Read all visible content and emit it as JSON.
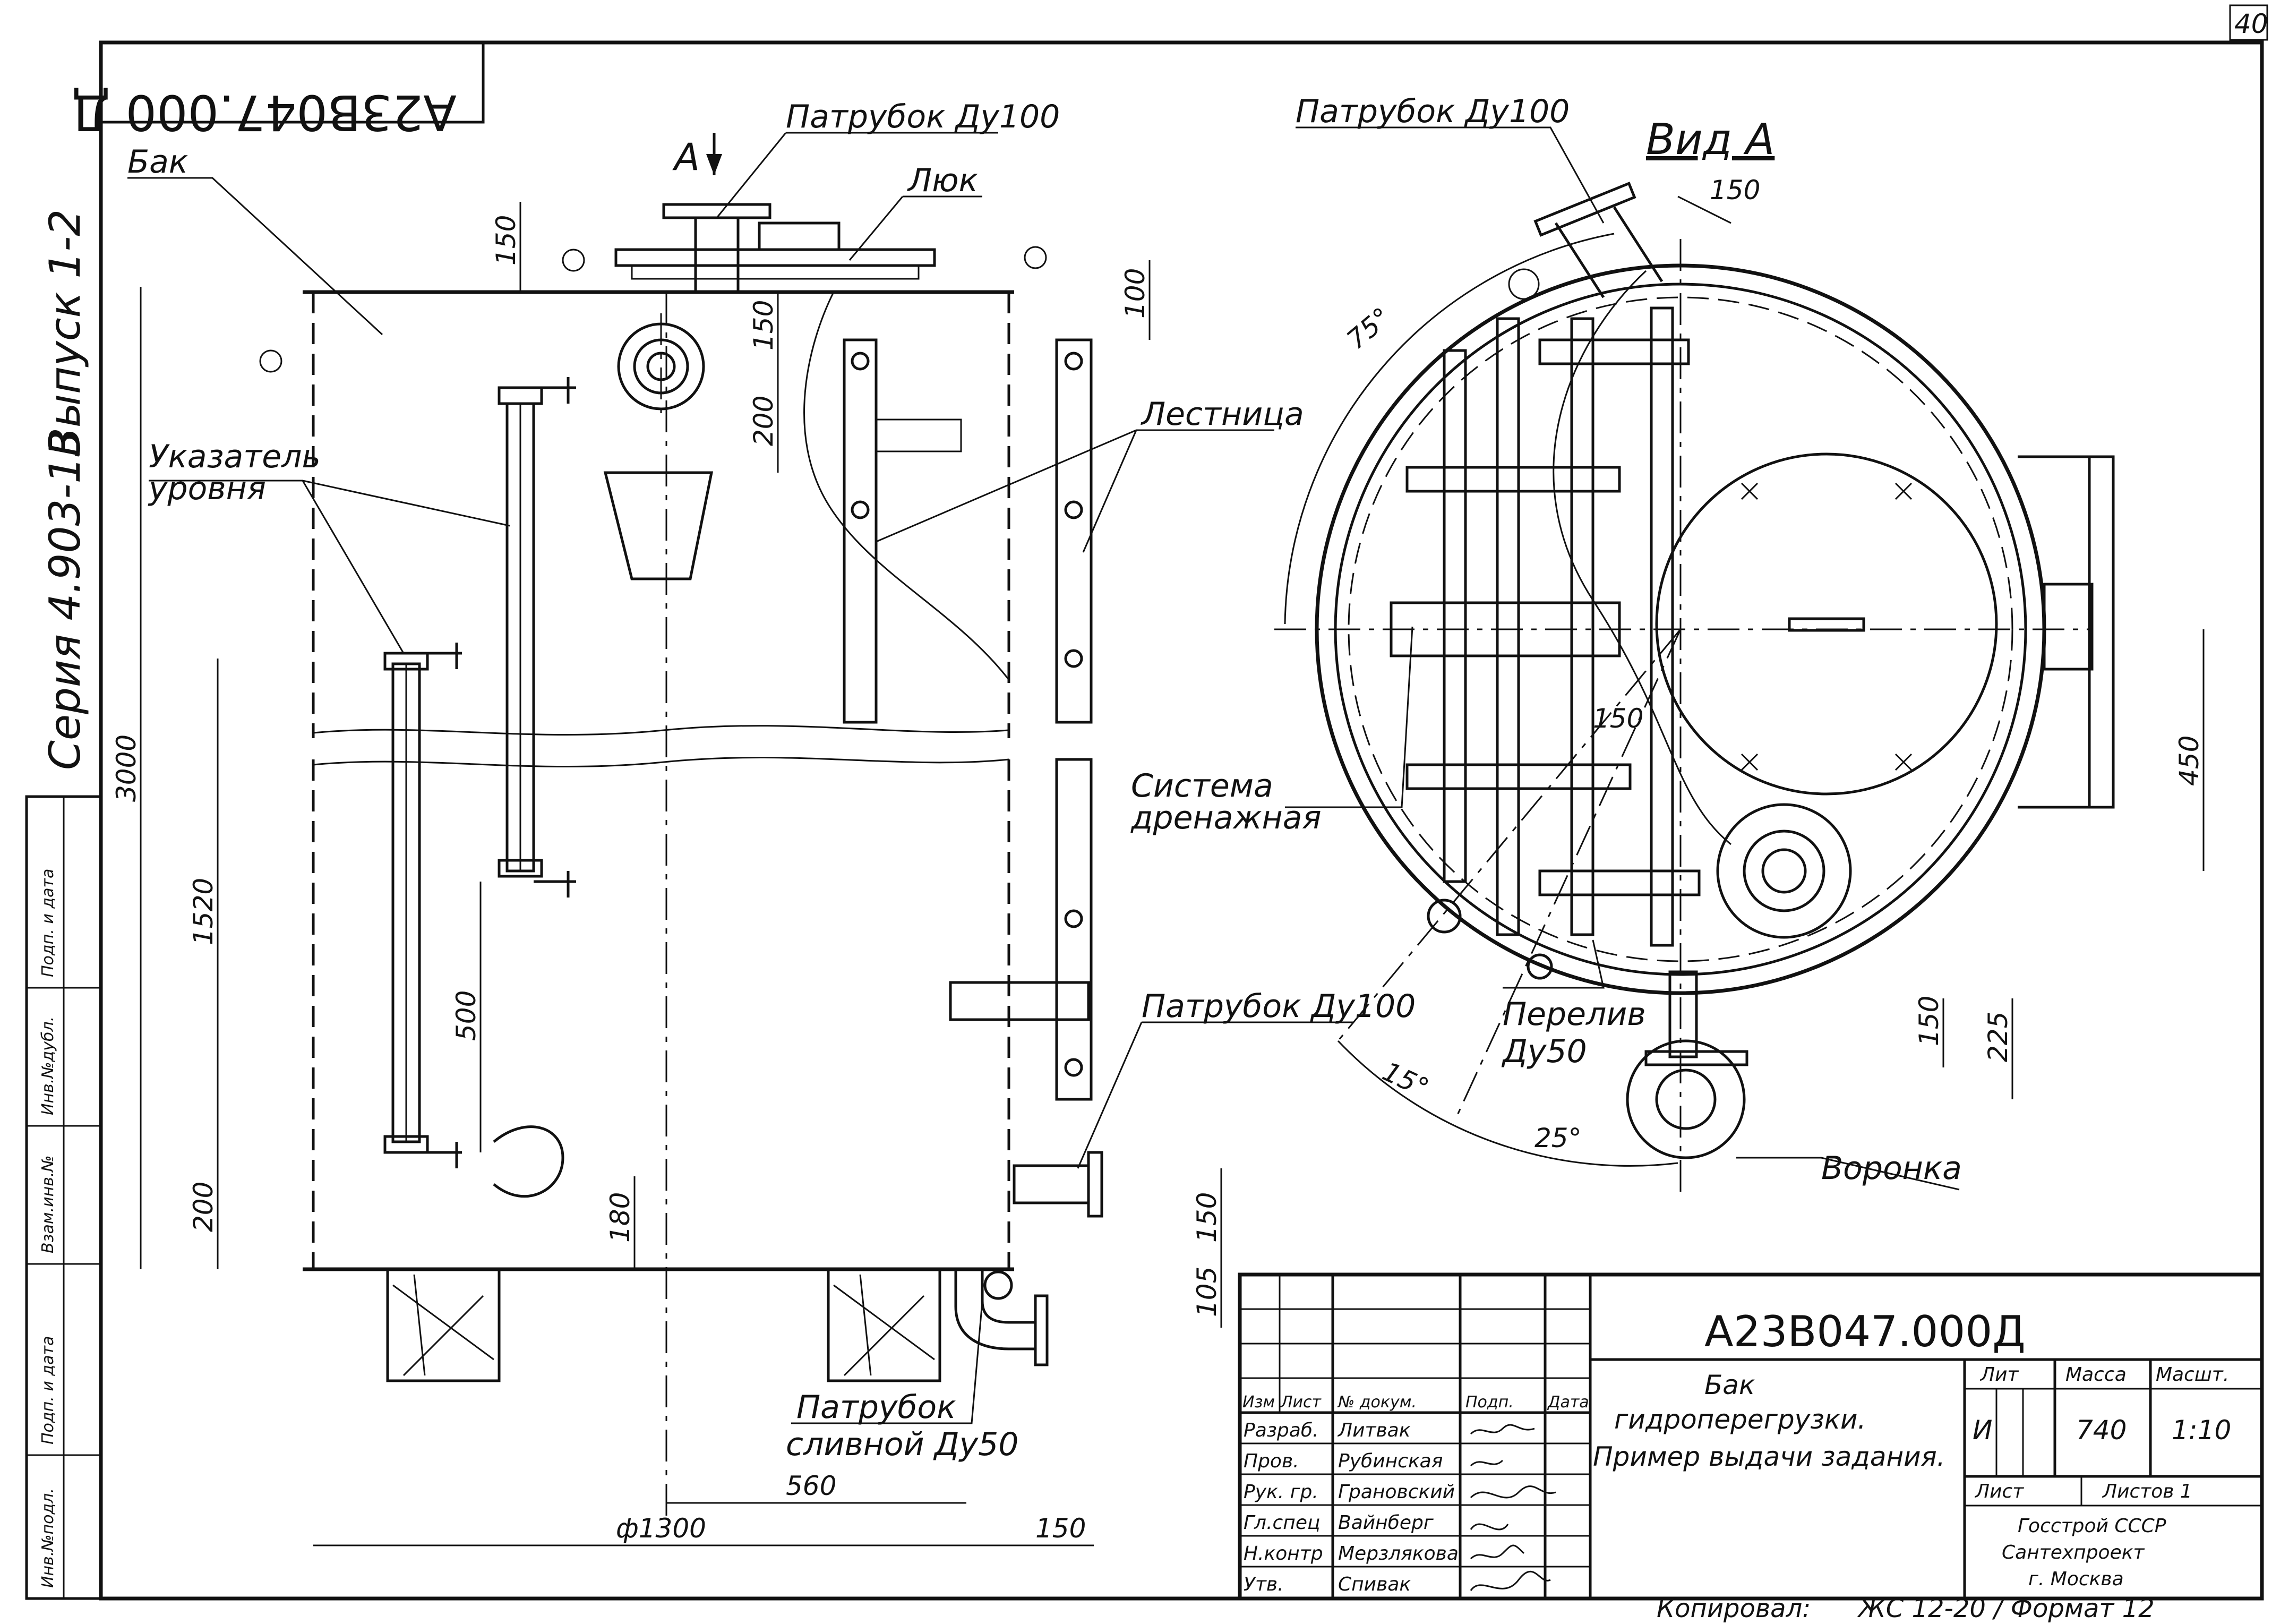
{
  "page_number": "40",
  "drawing_code": "А23В047.000 Д",
  "side_stamp": {
    "series": "Серия 4.903-13",
    "issue": "Выпуск 1-2"
  },
  "left_strip_labels": [
    "Инв.№подл.",
    "Подп. и дата",
    "Взам.инв.№",
    "Инв.№дубл.",
    "Подп. и дата"
  ],
  "side_view": {
    "view_marker": "А",
    "labels": {
      "tank": "Бак",
      "nozzle_top": "Патрубок Ду100",
      "hatch": "Люк",
      "ladder": "Лестница",
      "level_indicator_1": "Указатель",
      "level_indicator_2": "уровня",
      "drainage_1": "Система",
      "drainage_2": "дренажная",
      "nozzle_side": "Патрубок Ду100",
      "drain_nozzle_1": "Патрубок",
      "drain_nozzle_2": "сливной Ду50"
    },
    "dimensions": {
      "d150_top": "150",
      "d150_nozzle": "150",
      "d100": "100",
      "d200_top": "200",
      "d3000": "3000",
      "d1520": "1520",
      "d500": "500",
      "d200_bottom": "200",
      "d180": "180",
      "d150_side": "150",
      "d105": "105",
      "d560": "560",
      "d1300": "ф1300",
      "d150_bottom": "150"
    }
  },
  "plan_view": {
    "title": "Вид А",
    "labels": {
      "nozzle_top": "Патрубок Ду100",
      "overflow_1": "Перелив",
      "overflow_2": "Ду50",
      "funnel": "Воронка"
    },
    "dimensions": {
      "d150_top": "150",
      "angle75": "75°",
      "d150_mid": "150",
      "d450": "450",
      "angle15": "15°",
      "angle25": "25°",
      "d150_bottom": "150",
      "d225": "225"
    }
  },
  "title_block": {
    "header": [
      "Изм",
      "Лист",
      "№ докум.",
      "Подп.",
      "Дата"
    ],
    "rows": [
      {
        "role": "Разраб.",
        "name": "Литвак"
      },
      {
        "role": "Пров.",
        "name": "Рубинская"
      },
      {
        "role": "Рук. гр.",
        "name": "Грановский"
      },
      {
        "role": "Гл.спец",
        "name": "Вайнберг"
      },
      {
        "role": "Н.контр",
        "name": "Мерзлякова"
      },
      {
        "role": "Утв.",
        "name": "Спивак"
      }
    ],
    "doc_code": "А23В047.000Д",
    "name_lines": [
      "Бак",
      "гидроперегрузки.",
      "Пример выдачи задания."
    ],
    "lit_label": "Лит",
    "mass_label": "Масса",
    "scale_label": "Масшт.",
    "lit_value": "И",
    "mass_value": "740",
    "scale_value": "1:10",
    "sheet_label": "Лист",
    "sheets_label": "Листов 1",
    "org_lines": [
      "Госстрой СССР",
      "Сантехпроект",
      "г. Москва"
    ]
  },
  "footer": {
    "copied_label": "Копировал:",
    "format_text": "ЖС 12-20 / Формат 12"
  }
}
